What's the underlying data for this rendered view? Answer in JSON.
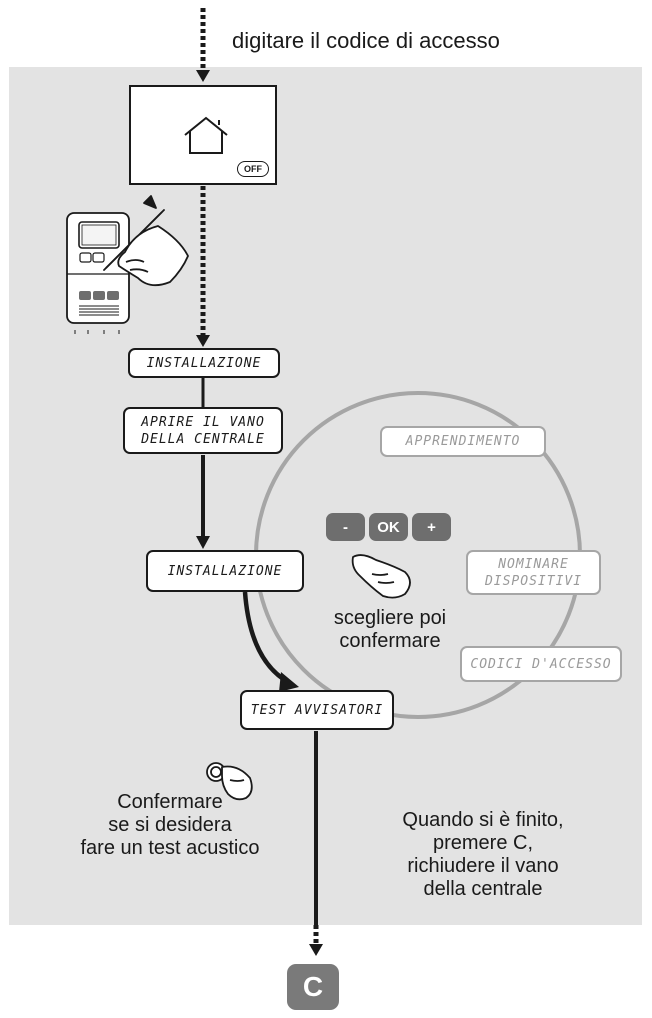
{
  "header": {
    "instruction": "digitare il codice di accesso"
  },
  "screen": {
    "icon": "house-icon",
    "badge": "OFF"
  },
  "flow": {
    "step1": "INSTALLAZIONE",
    "step2_line1": "APRIRE IL VANO",
    "step2_line2": "DELLA CENTRALE",
    "step3": "INSTALLAZIONE",
    "step4": "TEST AVVISATORI"
  },
  "menu": {
    "item1": "APPRENDIMENTO",
    "item2_line1": "NOMINARE",
    "item2_line2": "DISPOSITIVI",
    "item3": "CODICI D'ACCESSO"
  },
  "keys": {
    "minus": "-",
    "ok": "OK",
    "plus": "+"
  },
  "captions": {
    "choose_line1": "scegliere poi",
    "choose_line2": "confermare",
    "confirm_line1": "Confermare",
    "confirm_line2": "se si desidera",
    "confirm_line3": "fare un test acustico",
    "finish_line1": "Quando si è finito,",
    "finish_line2": "premere C,",
    "finish_line3": "richiudere il vano",
    "finish_line4": "della centrale"
  },
  "final_button": "C",
  "colors": {
    "panel": "#e3e3e3",
    "key": "#6e6e6e",
    "cycle": "#a6a6a6"
  }
}
